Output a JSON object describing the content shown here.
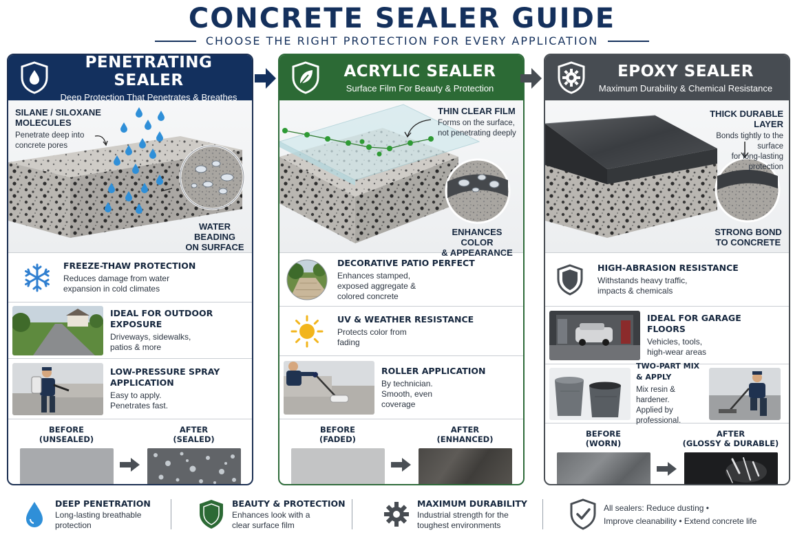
{
  "header": {
    "title": "CONCRETE SEALER GUIDE",
    "subtitle": "CHOOSE THE RIGHT PROTECTION FOR EVERY APPLICATION"
  },
  "colors": {
    "navy": "#13305e",
    "green": "#2c6a35",
    "gray": "#474c52",
    "water": "#2f8fd8"
  },
  "columns": [
    {
      "title": "PENETRATING SEALER",
      "subtitle": "Deep Protection That Penetrates & Breathes",
      "icon": "water-drop-shield-icon",
      "callouts": [
        {
          "title_l1": "SILANE / SILOXANE",
          "title_l2": "MOLECULES",
          "desc_l1": "Penetrate deep into",
          "desc_l2": "concrete pores"
        },
        {
          "title_l1": "WATER BEADING",
          "title_l2": "ON SURFACE"
        }
      ],
      "features": [
        {
          "title_l1": "FREEZE-THAW PROTECTION",
          "title_l2": "",
          "desc_l1": "Reduces damage from water",
          "desc_l2": "expansion in cold climates",
          "desc_l3": ""
        },
        {
          "title_l1": "IDEAL FOR OUTDOOR",
          "title_l2": "EXPOSURE",
          "desc_l1": "Driveways, sidewalks,",
          "desc_l2": "patios & more",
          "desc_l3": ""
        },
        {
          "title_l1": "LOW-PRESSURE SPRAY",
          "title_l2": "APPLICATION",
          "desc_l1": "Easy to apply.",
          "desc_l2": "Penetrates fast.",
          "desc_l3": ""
        }
      ],
      "before": {
        "l1": "BEFORE",
        "l2": "(UNSEALED)"
      },
      "after": {
        "l1": "AFTER",
        "l2": "(SEALED)"
      }
    },
    {
      "title": "ACRYLIC SEALER",
      "subtitle": "Surface Film For Beauty & Protection",
      "icon": "leaf-shield-icon",
      "callouts": [
        {
          "title_l1": "THIN CLEAR FILM",
          "desc_l1": "Forms on the surface,",
          "desc_l2": "not penetrating deeply"
        },
        {
          "title_l1": "ENHANCES COLOR",
          "title_l2": "& APPEARANCE"
        }
      ],
      "features": [
        {
          "title_l1": "DECORATIVE PATIO PERFECT",
          "title_l2": "",
          "desc_l1": "Enhances stamped,",
          "desc_l2": "exposed aggregate &",
          "desc_l3": "colored concrete"
        },
        {
          "title_l1": "UV & WEATHER RESISTANCE",
          "title_l2": "",
          "desc_l1": "Protects color from",
          "desc_l2": "fading",
          "desc_l3": ""
        },
        {
          "title_l1": "ROLLER APPLICATION",
          "title_l2": "",
          "desc_l1": "By technician.",
          "desc_l2": "Smooth, even",
          "desc_l3": "coverage"
        }
      ],
      "before": {
        "l1": "BEFORE",
        "l2": "(FADED)"
      },
      "after": {
        "l1": "AFTER",
        "l2": "(ENHANCED)"
      }
    },
    {
      "title": "EPOXY SEALER",
      "subtitle": "Maximum Durability & Chemical Resistance",
      "icon": "gear-shield-icon",
      "callouts": [
        {
          "title_l1": "THICK DURABLE LAYER",
          "desc_l1": "Bonds tightly to the surface",
          "desc_l2": "for long-lasting protection"
        },
        {
          "title_l1": "STRONG BOND",
          "title_l2": "TO CONCRETE"
        }
      ],
      "features": [
        {
          "title_l1": "HIGH-ABRASION RESISTANCE",
          "title_l2": "",
          "desc_l1": "Withstands heavy traffic,",
          "desc_l2": "impacts & chemicals",
          "desc_l3": ""
        },
        {
          "title_l1": "IDEAL FOR GARAGE",
          "title_l2": "FLOORS",
          "desc_l1": "Vehicles, tools,",
          "desc_l2": "high-wear areas",
          "desc_l3": ""
        },
        {
          "title_l1": "TWO-PART MIX & APPLY",
          "title_l2": "",
          "desc_l1": "Mix resin & hardener.",
          "desc_l2": "Applied by",
          "desc_l3": "professional."
        }
      ],
      "before": {
        "l1": "BEFORE",
        "l2": "(WORN)"
      },
      "after": {
        "l1": "AFTER",
        "l2": "(GLOSSY & DURABLE)"
      }
    }
  ],
  "footer": [
    {
      "title": "DEEP PENETRATION",
      "desc_l1": "Long-lasting breathable",
      "desc_l2": "protection",
      "icon": "water-drop-icon"
    },
    {
      "title": "BEAUTY & PROTECTION",
      "desc_l1": "Enhances look with a",
      "desc_l2": "clear surface film",
      "icon": "green-shield-icon"
    },
    {
      "title": "MAXIMUM DURABILITY",
      "desc_l1": "Industrial strength for the",
      "desc_l2": "toughest environments",
      "icon": "gear-icon"
    },
    {
      "title": "",
      "desc_l1": "All sealers: Reduce dusting •",
      "desc_l2": "Improve cleanability • Extend concrete life",
      "icon": "check-shield-icon"
    }
  ]
}
